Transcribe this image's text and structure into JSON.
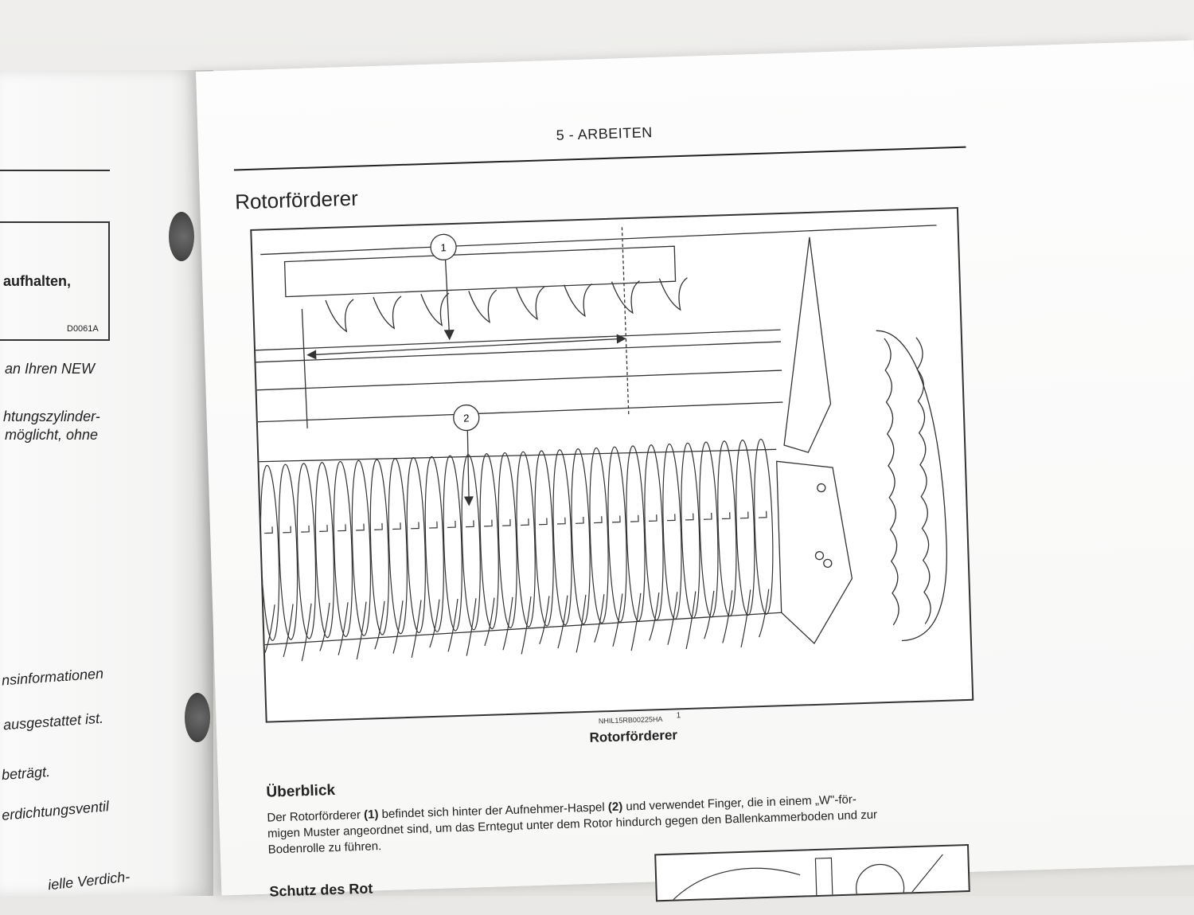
{
  "left_page": {
    "text_lines": [
      "aufhalten,",
      "D0061A",
      "an Ihren NEW",
      "htungszylinder-",
      "möglicht, ohne",
      "nsinformationen",
      "ausgestattet ist.",
      "beträgt.",
      "erdichtungsventil",
      "ielle Verdich-"
    ]
  },
  "right_page": {
    "header_title": "5 - ARBEITEN",
    "section_title": "Rotorförderer",
    "figure": {
      "callouts": [
        "1",
        "2"
      ],
      "code": "NHIL15RB00225HA",
      "number": "1",
      "caption": "Rotorförderer"
    },
    "subhead": "Überblick",
    "body_lines": [
      "Der Rotorförderer",
      "(1)",
      "befindet sich hinter der Aufnehmer-Haspel",
      "(2)",
      "und verwendet Finger, die in einem „W\"-för-",
      "migen Muster angeordnet sind, um das Erntegut unter dem Rotor hindurch gegen den Ballenkammerboden und zur",
      "Bodenrolle zu führen."
    ],
    "subhead2": "Schutz des Rot"
  }
}
